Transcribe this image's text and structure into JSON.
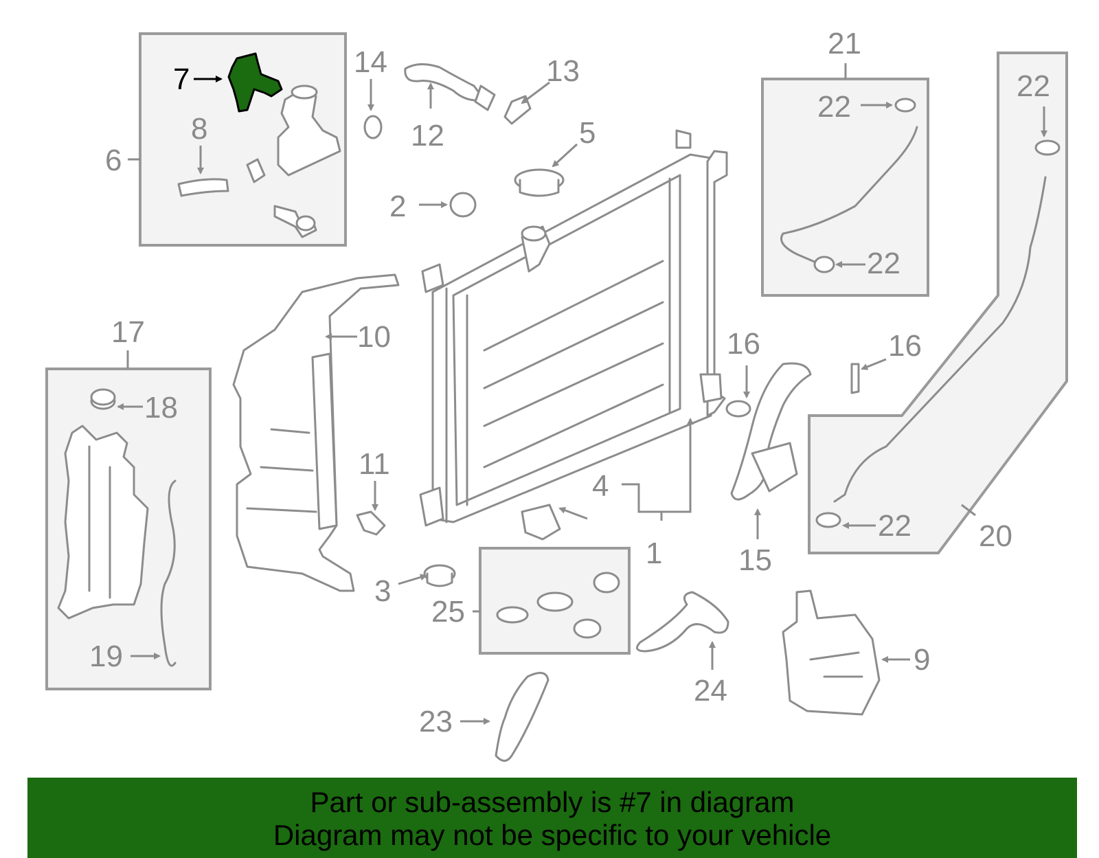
{
  "highlight_color": "#1b6b10",
  "callouts": [
    "1",
    "2",
    "3",
    "4",
    "5",
    "6",
    "7",
    "8",
    "9",
    "10",
    "11",
    "12",
    "13",
    "14",
    "15",
    "16",
    "16",
    "17",
    "18",
    "19",
    "20",
    "21",
    "22",
    "22",
    "22",
    "22",
    "23",
    "24",
    "25"
  ],
  "banner": {
    "line1": "Part or sub-assembly is #7 in diagram",
    "line2": "Diagram may not be specific to your vehicle"
  }
}
